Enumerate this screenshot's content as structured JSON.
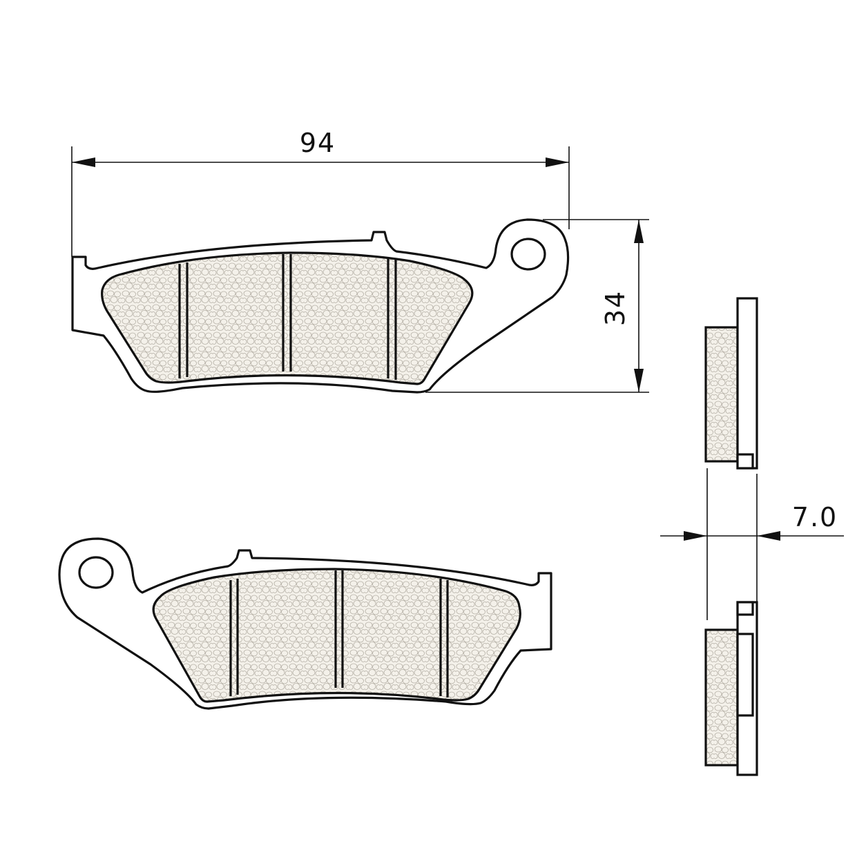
{
  "dimensions": {
    "width_label": "94",
    "height_label": "34",
    "thickness_label": "7.0"
  },
  "colors": {
    "line": "#111111",
    "friction_fill": "#f4f1ea",
    "background": "#ffffff"
  }
}
